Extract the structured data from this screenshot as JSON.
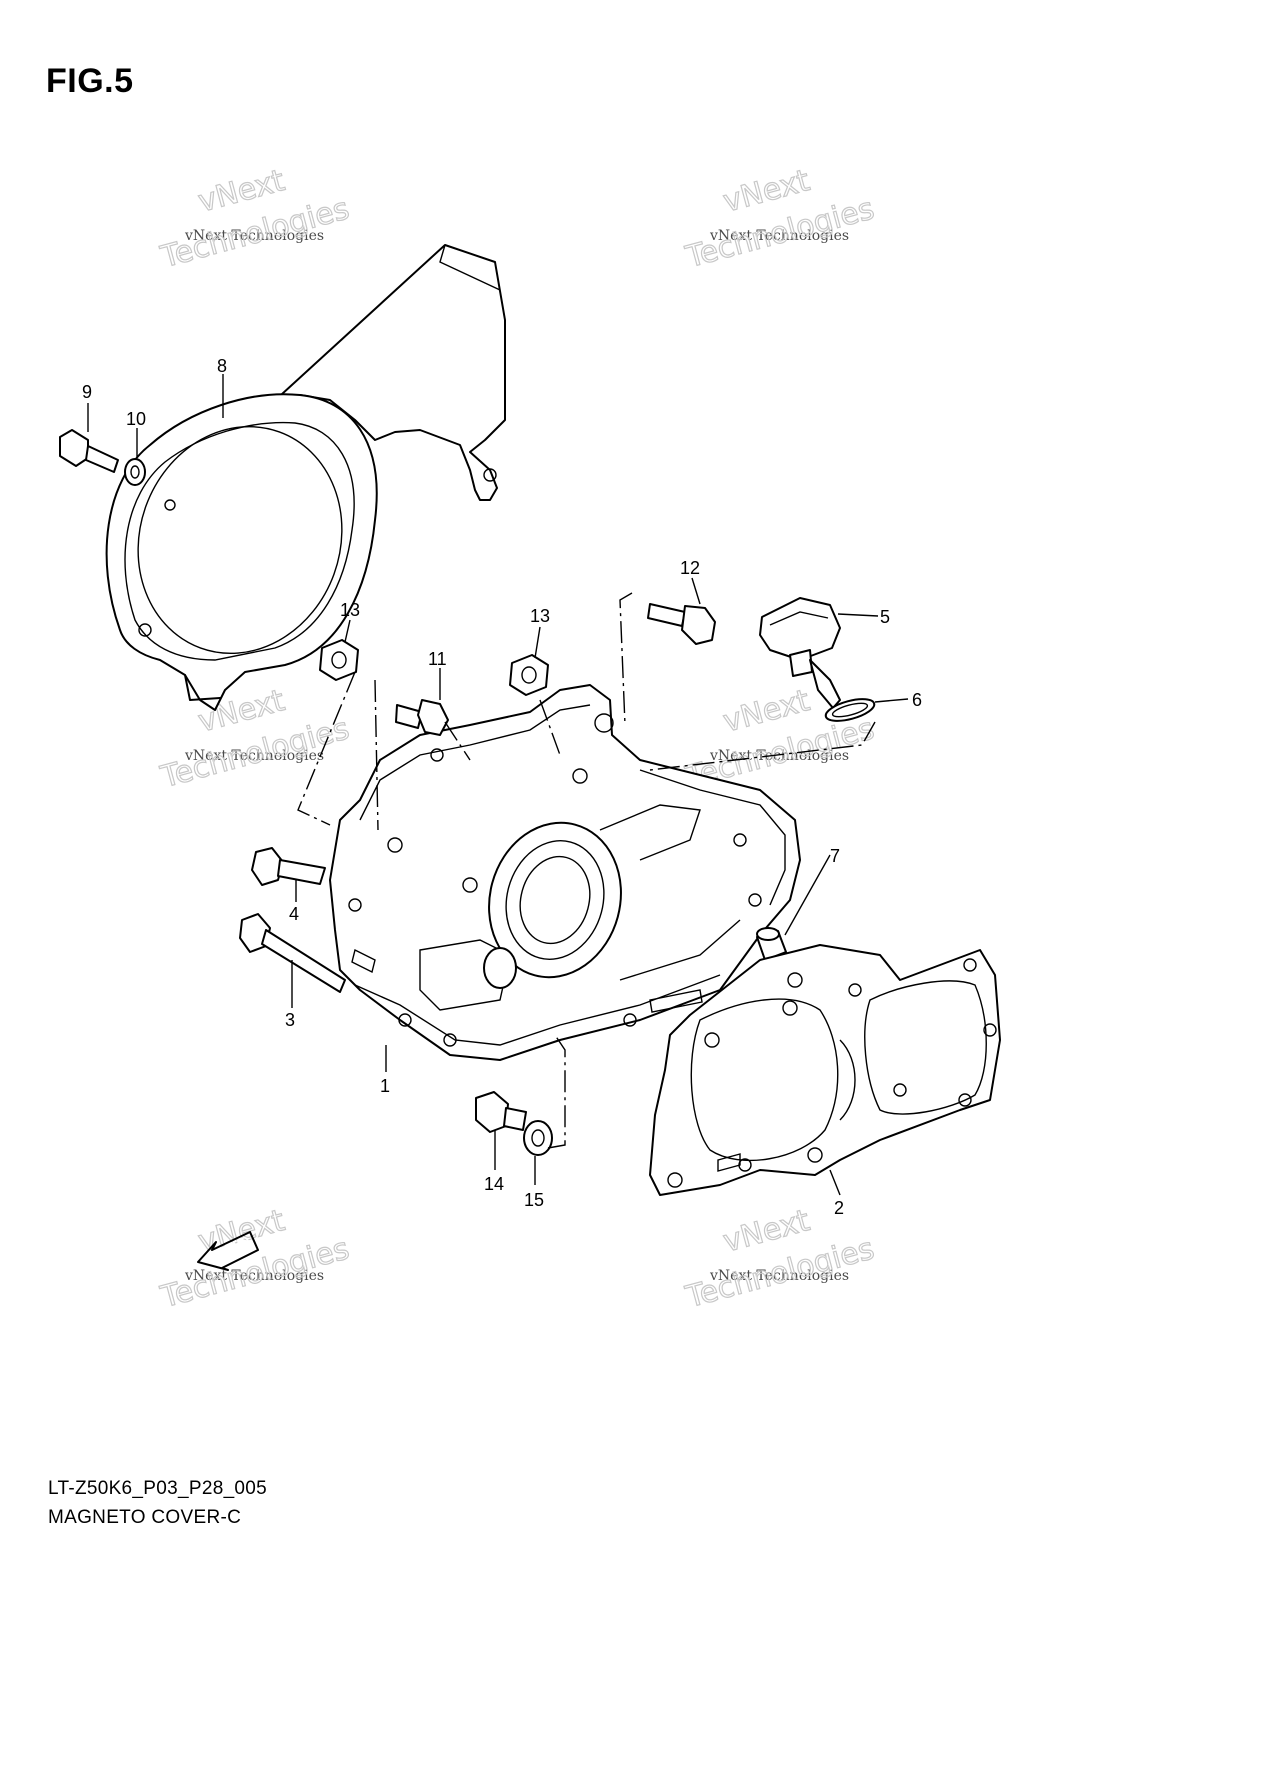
{
  "figure": {
    "title": "FIG.5"
  },
  "footer": {
    "code": "LT-Z50K6_P03_P28_005",
    "name": "MAGNETO COVER-C"
  },
  "fwd_label": "FWD",
  "parts": [
    {
      "id": "p1",
      "label": "1"
    },
    {
      "id": "p2",
      "label": "2"
    },
    {
      "id": "p3",
      "label": "3"
    },
    {
      "id": "p4",
      "label": "4"
    },
    {
      "id": "p5",
      "label": "5"
    },
    {
      "id": "p6",
      "label": "6"
    },
    {
      "id": "p7",
      "label": "7"
    },
    {
      "id": "p8",
      "label": "8"
    },
    {
      "id": "p9",
      "label": "9"
    },
    {
      "id": "p10",
      "label": "10"
    },
    {
      "id": "p11",
      "label": "11"
    },
    {
      "id": "p12",
      "label": "12"
    },
    {
      "id": "p13a",
      "label": "13"
    },
    {
      "id": "p13b",
      "label": "13"
    },
    {
      "id": "p14",
      "label": "14"
    },
    {
      "id": "p15",
      "label": "15"
    }
  ],
  "watermark": {
    "line1": "vNext",
    "line2": "vNext Technologies",
    "line3": "Technologies"
  }
}
